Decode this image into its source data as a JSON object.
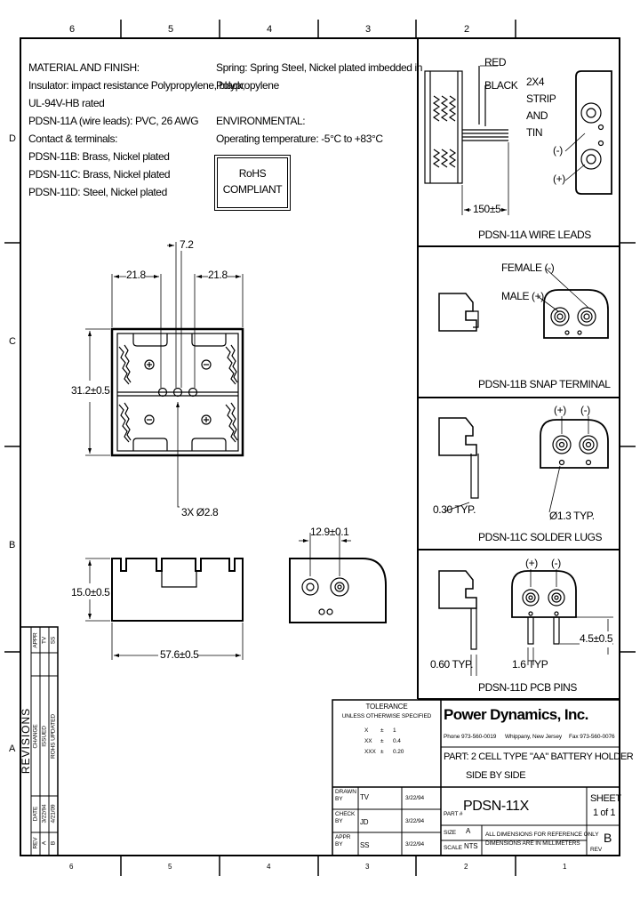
{
  "zones": {
    "top": [
      "6",
      "5",
      "4",
      "3",
      "2"
    ],
    "bottom": [
      "6",
      "5",
      "4",
      "3",
      "2",
      "1"
    ],
    "left": [
      "D",
      "C",
      "B",
      "A"
    ]
  },
  "notes": {
    "left": [
      "MATERIAL AND FINISH:",
      "Insulator: impact resistance Polypropylene, black,",
      "UL-94V-HB rated",
      "PDSN-11A (wire leads): PVC, 26 AWG",
      "Contact & terminals:",
      "PDSN-11B: Brass, Nickel plated",
      "PDSN-11C: Brass, Nickel plated",
      "PDSN-11D: Steel, Nickel plated"
    ],
    "spring": [
      "Spring: Spring Steel, Nickel plated imbedded in",
      "Polypropylene"
    ],
    "env_title": "ENVIRONMENTAL:",
    "env_temp": "Operating temperature: -5°C to +83°C",
    "rohs": [
      "RoHS",
      "COMPLIANT"
    ]
  },
  "dims": {
    "top_left": "21.8",
    "top_mid": "7.2",
    "top_right": "21.8",
    "height": "31.2±0.5",
    "holes": "3X Ø2.8",
    "side_height": "15.0±0.5",
    "width": "57.6±0.5",
    "end_width": "12.9±0.1"
  },
  "panels": {
    "a": {
      "red": "RED",
      "black": "BLACK",
      "strip": [
        "2X4",
        "STRIP",
        "AND",
        "TIN"
      ],
      "neg": "(-)",
      "pos": "(+)",
      "length": "150±5",
      "caption": "PDSN-11A WIRE LEADS"
    },
    "b": {
      "female": "FEMALE (-)",
      "male": "MALE (+)",
      "caption": "PDSN-11B SNAP TERMINAL"
    },
    "c": {
      "pos": "(+)",
      "neg": "(-)",
      "typ": "0.30 TYP.",
      "dia": "Ø1.3 TYP.",
      "caption": "PDSN-11C SOLDER LUGS"
    },
    "d": {
      "pos": "(+)",
      "neg": "(-)",
      "spacing": "4.5±0.5",
      "t1": "0.60 TYP.",
      "t2": "1.6 TYP",
      "caption": "PDSN-11D PCB PINS"
    }
  },
  "revisions": {
    "title": "REVISIONS",
    "columns": [
      "REV",
      "DATE",
      "CHANGE",
      "APPR"
    ],
    "headers_long": [
      "DATE",
      "CHANGE",
      "APPR"
    ],
    "rows": [
      {
        "rev": "B",
        "date": "4/21/09",
        "change": "ROHS UPDATED",
        "appr": "SS"
      },
      {
        "rev": "A",
        "date": "3/22/94",
        "change": "ISSUED",
        "appr": "TV"
      }
    ]
  },
  "title_block": {
    "tolerance": {
      "title": "TOLERANCE",
      "subtitle": "UNLESS OTHERWISE SPECIFIED",
      "rows": [
        [
          "X",
          "±",
          "1"
        ],
        [
          "XX",
          "±",
          "0.4"
        ],
        [
          "XXX",
          "±",
          "0.20"
        ]
      ]
    },
    "company": "Power Dynamics, Inc.",
    "phone": "Phone 973-560-0019",
    "address": "Whippany, New Jersey",
    "fax": "Fax 973-560-0076",
    "part_label": "PART:",
    "part_desc": "2 CELL TYPE \"AA\" BATTERY HOLDER",
    "part_desc2": "SIDE BY SIDE",
    "signoffs": [
      {
        "label": "DRAWN BY",
        "who": "TV",
        "date": "3/22/94"
      },
      {
        "label": "CHECK BY",
        "who": "JD",
        "date": "3/22/94"
      },
      {
        "label": "APPR BY",
        "who": "SS",
        "date": "3/22/94"
      }
    ],
    "part_no_label": "PART #",
    "part_no": "PDSN-11X",
    "sheet_label": "SHEET",
    "sheet": "1 of 1",
    "size_label": "SIZE",
    "size": "A",
    "scale_label": "SCALE",
    "scale": "NTS",
    "note": [
      "ALL DIMENSIONS FOR REFERENCE ONLY",
      "DIMENSIONS ARE IN MILLIMETERS"
    ],
    "rev_label": "REV",
    "rev": "B"
  }
}
